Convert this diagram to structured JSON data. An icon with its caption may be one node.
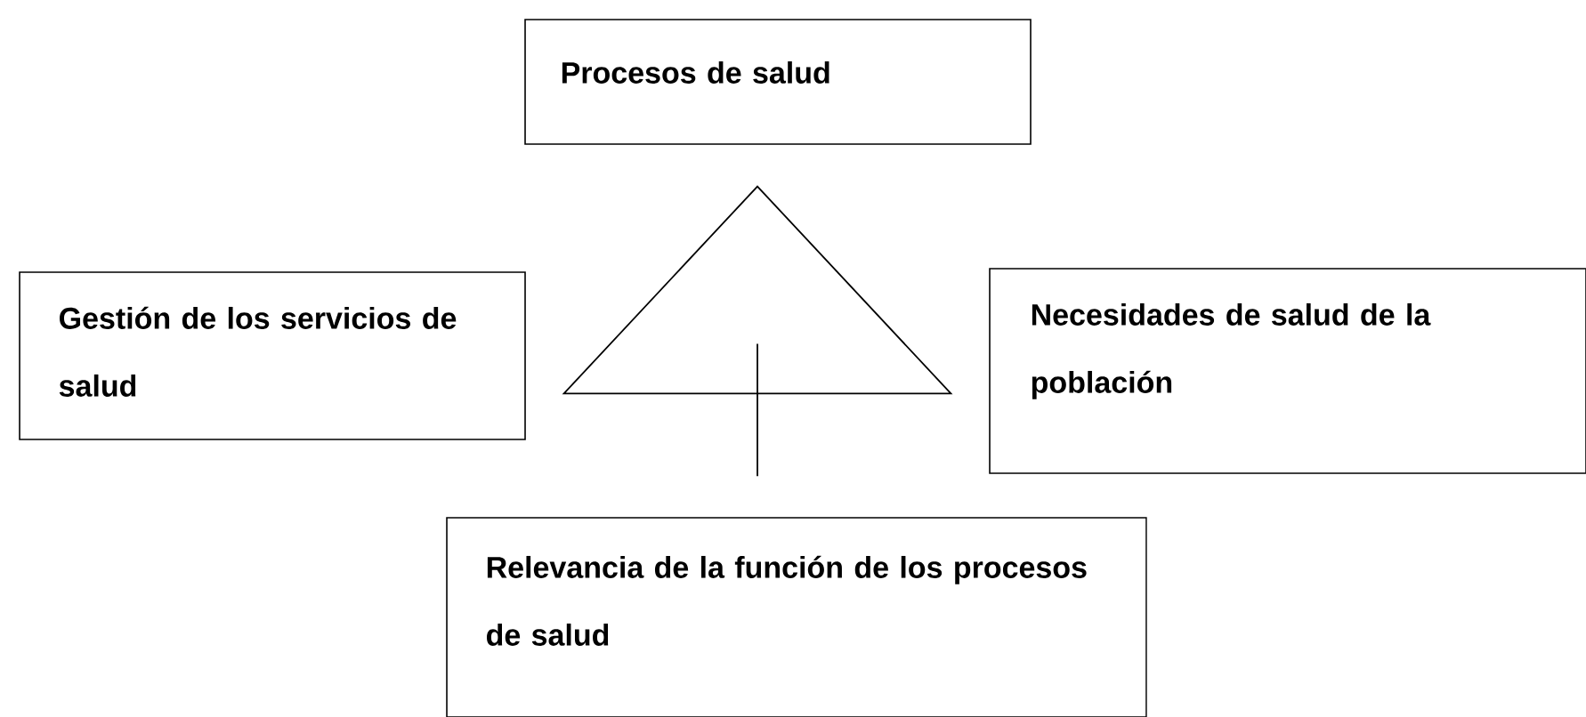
{
  "diagram": {
    "nodes": [
      {
        "text": [
          "Procesos de salud"
        ]
      },
      {
        "text": [
          "Gestión de los servicios de salud"
        ]
      },
      {
        "text": [],
        "shape": "triangle"
      },
      {
        "text": [
          "Necesidades de salud de la población"
        ]
      },
      {
        "text": [
          "Relevancia de la función de los procesos de salud"
        ]
      }
    ],
    "edges": [
      {
        "from": 4,
        "to": 2,
        "arrow": "none"
      }
    ]
  }
}
